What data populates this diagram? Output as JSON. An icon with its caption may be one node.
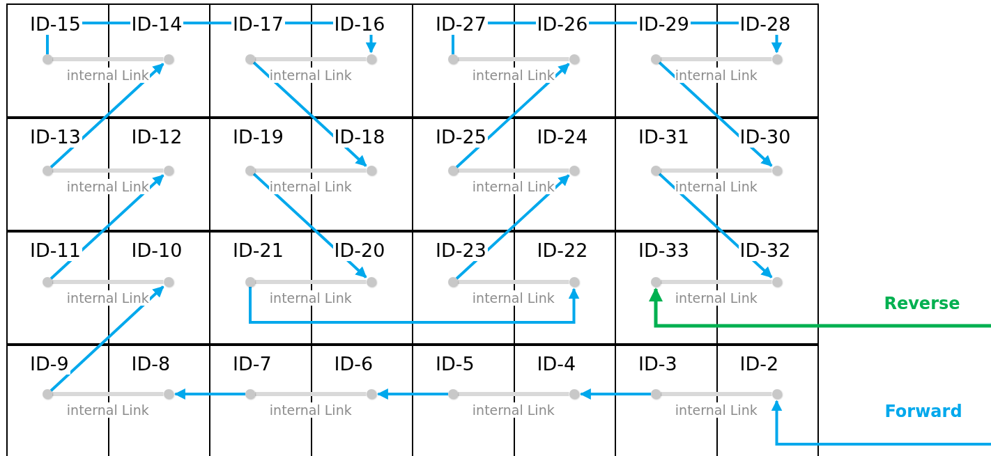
{
  "diagram": {
    "nodes": [
      {
        "text": [
          "ID-15"
        ]
      },
      {
        "text": [],
        "shape": "circle",
        "in": 0
      },
      {
        "text": [
          "ID-14"
        ]
      },
      {
        "text": [],
        "shape": "circle",
        "in": 2
      },
      {
        "text": [
          "ID-17"
        ]
      },
      {
        "text": [],
        "shape": "circle",
        "in": 4
      },
      {
        "text": [
          "ID-16"
        ]
      },
      {
        "text": [],
        "shape": "circle",
        "in": 6
      },
      {
        "text": [
          "ID-27"
        ]
      },
      {
        "text": [],
        "shape": "circle",
        "in": 8
      },
      {
        "text": [
          "ID-26"
        ]
      },
      {
        "text": [],
        "shape": "circle",
        "in": 10
      },
      {
        "text": [
          "ID-29"
        ]
      },
      {
        "text": [],
        "shape": "circle",
        "in": 12
      },
      {
        "text": [
          "ID-28"
        ]
      },
      {
        "text": [],
        "shape": "circle",
        "in": 14
      },
      {
        "text": [
          "ID-13"
        ]
      },
      {
        "text": [],
        "shape": "circle",
        "in": 16
      },
      {
        "text": [
          "ID-12"
        ]
      },
      {
        "text": [],
        "shape": "circle",
        "in": 18
      },
      {
        "text": [
          "ID-19"
        ]
      },
      {
        "text": [],
        "shape": "circle",
        "in": 20
      },
      {
        "text": [
          "ID-18"
        ]
      },
      {
        "text": [],
        "shape": "circle",
        "in": 22
      },
      {
        "text": [
          "ID-25"
        ]
      },
      {
        "text": [],
        "shape": "circle",
        "in": 24
      },
      {
        "text": [
          "ID-24"
        ]
      },
      {
        "text": [],
        "shape": "circle",
        "in": 26
      },
      {
        "text": [
          "ID-31"
        ]
      },
      {
        "text": [],
        "shape": "circle",
        "in": 28
      },
      {
        "text": [
          "ID-30"
        ]
      },
      {
        "text": [],
        "shape": "circle",
        "in": 30
      },
      {
        "text": [
          "ID-11"
        ]
      },
      {
        "text": [],
        "shape": "circle",
        "in": 32
      },
      {
        "text": [
          "ID-10"
        ]
      },
      {
        "text": [],
        "shape": "circle",
        "in": 34
      },
      {
        "text": [
          "ID-21"
        ]
      },
      {
        "text": [],
        "shape": "circle",
        "in": 36
      },
      {
        "text": [
          "ID-20"
        ]
      },
      {
        "text": [],
        "shape": "circle",
        "in": 38
      },
      {
        "text": [
          "ID-23"
        ]
      },
      {
        "text": [],
        "shape": "circle",
        "in": 40
      },
      {
        "text": [
          "ID-22"
        ]
      },
      {
        "text": [],
        "shape": "circle",
        "in": 42
      },
      {
        "text": [
          "ID-33"
        ]
      },
      {
        "text": [],
        "shape": "circle",
        "in": 44
      },
      {
        "text": [
          "ID-32"
        ]
      },
      {
        "text": [],
        "shape": "circle",
        "in": 46
      },
      {
        "text": [
          "ID-9"
        ]
      },
      {
        "text": [],
        "shape": "circle",
        "in": 48
      },
      {
        "text": [
          "ID-8"
        ]
      },
      {
        "text": [],
        "shape": "circle",
        "in": 50
      },
      {
        "text": [
          "ID-7"
        ]
      },
      {
        "text": [],
        "shape": "circle",
        "in": 52
      },
      {
        "text": [
          "ID-6"
        ]
      },
      {
        "text": [],
        "shape": "circle",
        "in": 54
      },
      {
        "text": [
          "ID-5"
        ]
      },
      {
        "text": [],
        "shape": "circle",
        "in": 56
      },
      {
        "text": [
          "ID-4"
        ]
      },
      {
        "text": [],
        "shape": "circle",
        "in": 58
      },
      {
        "text": [
          "ID-3"
        ]
      },
      {
        "text": [],
        "shape": "circle",
        "in": 60
      },
      {
        "text": [
          "ID-2"
        ]
      },
      {
        "text": [],
        "shape": "circle",
        "in": 62
      }
    ],
    "edges": [
      {
        "from": null,
        "to": 63,
        "arrow": "to",
        "label": "Forward"
      },
      {
        "from": 61,
        "to": 63,
        "arrow": "none",
        "label": "internal Link",
        "color": "#d9d9d9"
      },
      {
        "from": 61,
        "to": 59,
        "arrow": "to"
      },
      {
        "from": 57,
        "to": 59,
        "arrow": "none",
        "label": "internal Link",
        "color": "#d9d9d9"
      },
      {
        "from": 57,
        "to": 55,
        "arrow": "to"
      },
      {
        "from": 53,
        "to": 55,
        "arrow": "none",
        "label": "internal Link",
        "color": "#d9d9d9"
      },
      {
        "from": 53,
        "to": 51,
        "arrow": "to"
      },
      {
        "from": 49,
        "to": 51,
        "arrow": "none",
        "label": "internal Link",
        "color": "#d9d9d9"
      },
      {
        "from": 49,
        "to": 35,
        "arrow": "to"
      },
      {
        "from": 33,
        "to": 35,
        "arrow": "none",
        "label": "internal Link",
        "color": "#d9d9d9"
      },
      {
        "from": 33,
        "to": 19,
        "arrow": "to"
      },
      {
        "from": 17,
        "to": 19,
        "arrow": "none",
        "label": "internal Link",
        "color": "#d9d9d9"
      },
      {
        "from": 17,
        "to": 3,
        "arrow": "to"
      },
      {
        "from": 1,
        "to": 3,
        "arrow": "none",
        "label": "internal Link",
        "color": "#d9d9d9"
      },
      {
        "from": 1,
        "to": 7,
        "arrow": "to"
      },
      {
        "from": 5,
        "to": 7,
        "arrow": "none",
        "label": "internal Link",
        "color": "#d9d9d9"
      },
      {
        "from": 5,
        "to": 23,
        "arrow": "to"
      },
      {
        "from": 21,
        "to": 23,
        "arrow": "none",
        "label": "internal Link",
        "color": "#d9d9d9"
      },
      {
        "from": 21,
        "to": 39,
        "arrow": "to"
      },
      {
        "from": 37,
        "to": 39,
        "arrow": "none",
        "label": "internal Link",
        "color": "#d9d9d9"
      },
      {
        "from": 37,
        "to": 43,
        "arrow": "to"
      },
      {
        "from": 41,
        "to": 43,
        "arrow": "none",
        "label": "internal Link",
        "color": "#d9d9d9"
      },
      {
        "from": 41,
        "to": 27,
        "arrow": "to"
      },
      {
        "from": 25,
        "to": 27,
        "arrow": "none",
        "label": "internal Link",
        "color": "#d9d9d9"
      },
      {
        "from": 25,
        "to": 11,
        "arrow": "to"
      },
      {
        "from": 9,
        "to": 11,
        "arrow": "none",
        "label": "internal Link",
        "color": "#d9d9d9"
      },
      {
        "from": 9,
        "to": 15,
        "arrow": "to"
      },
      {
        "from": 13,
        "to": 15,
        "arrow": "none",
        "label": "internal Link",
        "color": "#d9d9d9"
      },
      {
        "from": 13,
        "to": 31,
        "arrow": "to"
      },
      {
        "from": 29,
        "to": 31,
        "arrow": "none",
        "label": "internal Link",
        "color": "#d9d9d9"
      },
      {
        "from": 29,
        "to": 47,
        "arrow": "to"
      },
      {
        "from": 45,
        "to": 47,
        "arrow": "none",
        "label": "internal Link",
        "color": "#d9d9d9"
      },
      {
        "from": null,
        "to": 45,
        "arrow": "to",
        "label": "Reverse",
        "color": "#00b050"
      }
    ]
  }
}
